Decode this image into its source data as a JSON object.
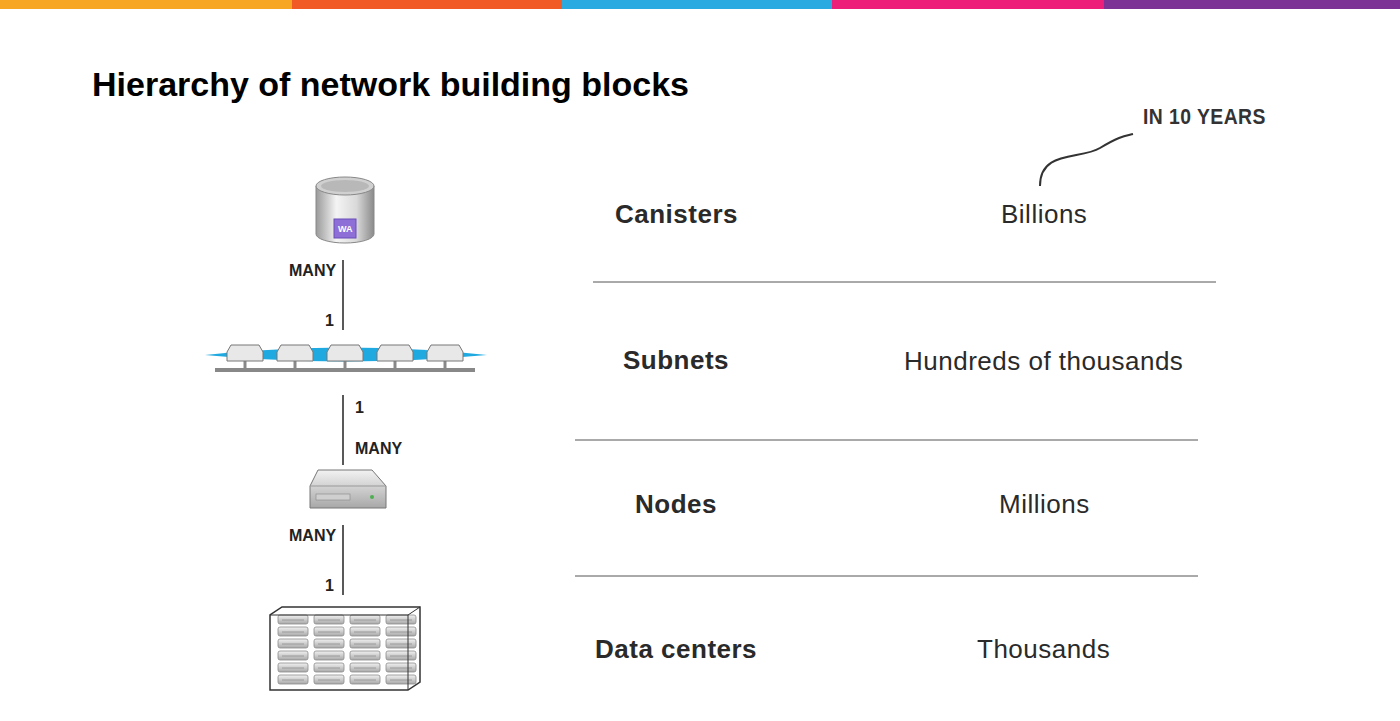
{
  "diagram": {
    "title": "Hierarchy of network building blocks",
    "labels": [
      "IN 10 YEARS",
      "WA",
      "MANY",
      "1",
      "1",
      "MANY",
      "MANY",
      "1",
      "Canisters",
      "Billions",
      "Subnets",
      "Hundreds of thousands",
      "Nodes",
      "Millions",
      "Data centers",
      "Thousands"
    ]
  }
}
